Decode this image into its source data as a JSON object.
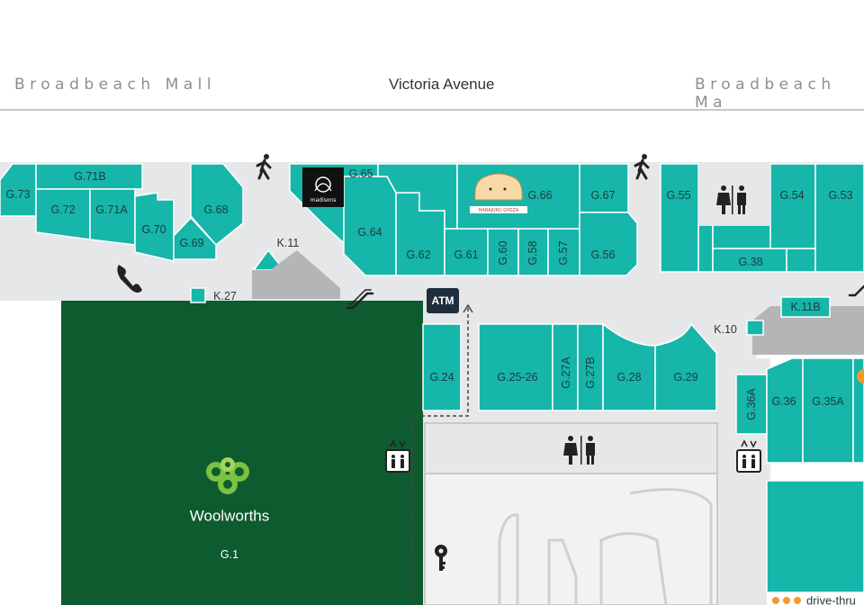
{
  "streets": {
    "left": "Broadbeach Mall",
    "center": "Victoria Avenue",
    "right": "Broadbeach Ma"
  },
  "colors": {
    "shop": "#16b6aa",
    "walkway": "#e6e7e8",
    "anchor": "#0e5b30",
    "icon": "#222222",
    "street_line": "#c8c8c8"
  },
  "shops": {
    "g73": "G.73",
    "g71b": "G.71B",
    "g72": "G.72",
    "g71a": "G.71A",
    "g70": "G.70",
    "g68": "G.68",
    "g69": "G.69",
    "g65": "G.65",
    "g64": "G.64",
    "g62": "G.62",
    "g61": "G.61",
    "g60": "G.60",
    "g58": "G.58",
    "g57": "G.57",
    "g66": "G.66",
    "g67": "G.67",
    "g56": "G.56",
    "g55": "G.55",
    "g54": "G.54",
    "g53": "G.53",
    "g38": "G.38",
    "k11": "K.11",
    "k27": "K.27",
    "k11b": "K.11B",
    "k10": "K.10",
    "g24": "G.24",
    "g2526": "G.25-26",
    "g27a": "G.27A",
    "g27b": "G.27B",
    "g28": "G.28",
    "g29": "G.29",
    "g36a": "G.36A",
    "g36": "G.36",
    "g35a": "G.35A",
    "g1": "G.1"
  },
  "brands": {
    "woolworths": "Woolworths",
    "madisons": "madisons",
    "harajuku": "HARAJUKU GYOZA",
    "drive_thru": "drive-thru"
  },
  "amenities": {
    "atm": "ATM"
  },
  "icons": [
    "walking-person-icon",
    "phone-icon",
    "escalator-icon",
    "restroom-icon",
    "lift-icon",
    "key-icon",
    "atm-icon"
  ]
}
